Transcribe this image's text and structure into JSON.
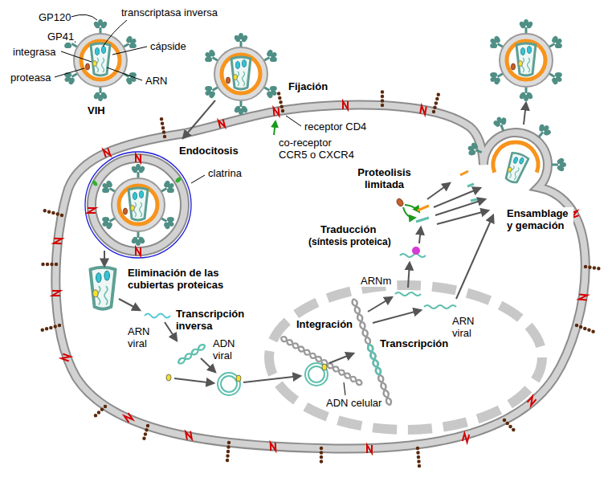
{
  "diagram": {
    "labels": [
      "GP120",
      "transcriptasa inversa",
      "GP41",
      "cápside",
      "integrasa",
      "ARN",
      "proteasa",
      "VIH",
      "Fijación",
      "receptor CD4",
      "co-receptor CCR5 o CXCR4",
      "Endocitosis",
      "clatrina",
      "Proteolisis limitada",
      "Ensamblage y gemación",
      "Traducción",
      "(síntesis proteica)",
      "Eliminación de las cubiertas proteicas",
      "Transcripción inversa",
      "ARN viral",
      "ADN viral",
      "ARNm",
      "ARN viral",
      "Integración",
      "Transcripción",
      "ADN celular"
    ]
  }
}
